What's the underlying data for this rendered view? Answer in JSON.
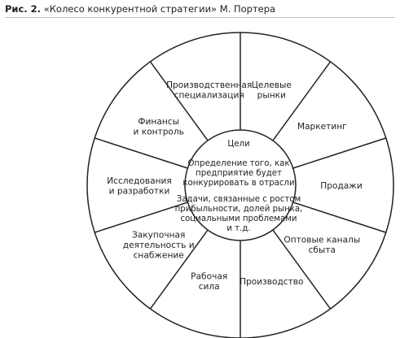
{
  "figure": {
    "number": "Рис. 2.",
    "title": "«Колесо конкурентной стратегии» М. Портера"
  },
  "hub": {
    "heading": "Цели",
    "goal_lines": [
      "Определение того, как",
      "предприятие будет",
      "конкурировать в отрасли"
    ],
    "task_lines": [
      "Задачи, связанные с ростом",
      "прибыльности, долей рынка,",
      "социальными проблемами",
      "и т.д."
    ]
  },
  "segments": [
    {
      "id": "target-markets",
      "lines": [
        "Целевые",
        "рынки"
      ]
    },
    {
      "id": "marketing",
      "lines": [
        "Маркетинг"
      ]
    },
    {
      "id": "sales",
      "lines": [
        "Продажи"
      ]
    },
    {
      "id": "wholesale-channels",
      "lines": [
        "Оптовые каналы",
        "сбыта"
      ]
    },
    {
      "id": "production",
      "lines": [
        "Производство"
      ]
    },
    {
      "id": "workforce",
      "lines": [
        "Рабочая",
        "сила"
      ]
    },
    {
      "id": "procurement",
      "lines": [
        "Закупочная",
        "деятельность и",
        "снабжение"
      ]
    },
    {
      "id": "research",
      "lines": [
        "Исследования",
        "и разработки"
      ]
    },
    {
      "id": "finance",
      "lines": [
        "Финансы",
        "и контроль"
      ]
    },
    {
      "id": "production-specialization",
      "lines": [
        "Производственная",
        "специализация"
      ]
    }
  ],
  "colors": {
    "stroke": "#222222",
    "text": "#222222",
    "rule": "#bfbfbf",
    "background": "#ffffff"
  }
}
